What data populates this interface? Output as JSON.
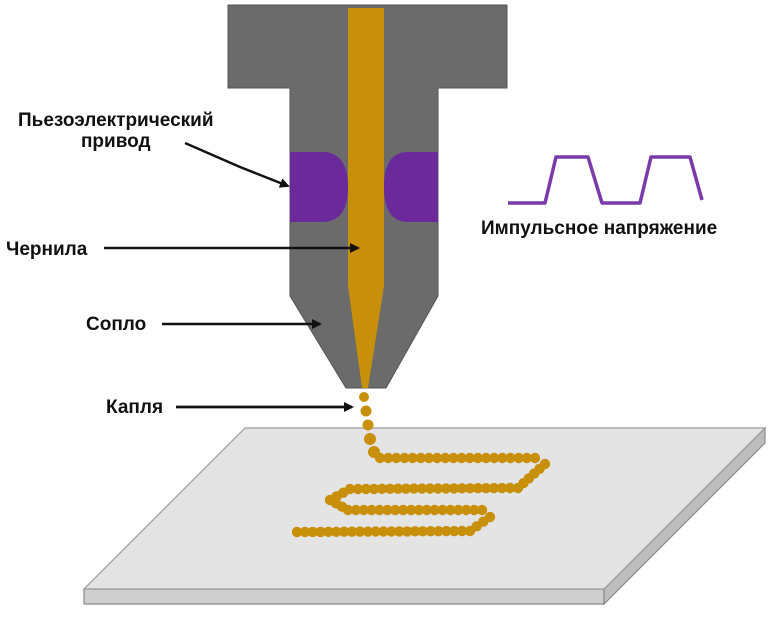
{
  "labels": {
    "piezo_line1": "Пьезоэлектрический",
    "piezo_line2": "привод",
    "ink": "Чернила",
    "nozzle": "Сопло",
    "droplet": "Капля",
    "pulse_voltage": "Импульсное напряжение"
  },
  "colors": {
    "printhead": "#6b6b6b",
    "ink": "#c8900a",
    "piezo": "#6a2a9a",
    "pulse_wave": "#7a3aaa",
    "substrate_top": "#e4e4e4",
    "substrate_edge": "#cfcfcf",
    "arrow": "#111111",
    "text": "#111111"
  }
}
